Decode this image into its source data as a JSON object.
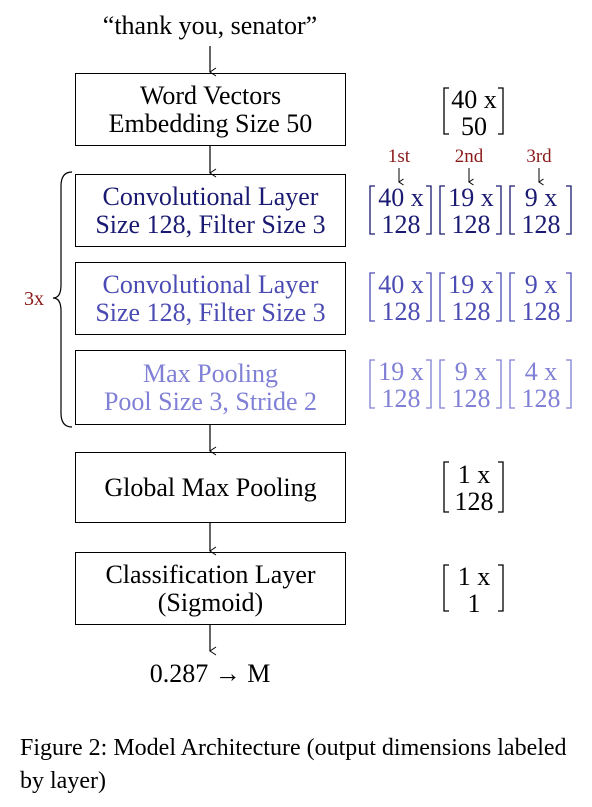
{
  "input_text": "“thank you, senator”",
  "layers": [
    {
      "line1": "Word Vectors",
      "line2": "Embedding Size 50"
    },
    {
      "line1": "Convolutional Layer",
      "line2": "Size 128, Filter Size 3"
    },
    {
      "line1": "Convolutional Layer",
      "line2": "Size 128, Filter Size 3"
    },
    {
      "line1": "Max Pooling",
      "line2": "Pool Size 3, Stride 2"
    },
    {
      "line1": "Global Max Pooling",
      "line2": ""
    },
    {
      "line1": "Classification Layer",
      "line2": "(Sigmoid)"
    }
  ],
  "output_text": "0.287 → M",
  "repeat_label": "3x",
  "ordinals": [
    "1st",
    "2nd",
    "3rd"
  ],
  "dims": {
    "word_vectors": {
      "top": "40 x",
      "bottom": "50"
    },
    "conv1": [
      {
        "top": "40 x",
        "bottom": "128"
      },
      {
        "top": "19 x",
        "bottom": "128"
      },
      {
        "top": "9 x",
        "bottom": "128"
      }
    ],
    "conv2": [
      {
        "top": "40 x",
        "bottom": "128"
      },
      {
        "top": "19 x",
        "bottom": "128"
      },
      {
        "top": "9 x",
        "bottom": "128"
      }
    ],
    "maxpool": [
      {
        "top": "19 x",
        "bottom": "128"
      },
      {
        "top": "9 x",
        "bottom": "128"
      },
      {
        "top": "4 x",
        "bottom": "128"
      }
    ],
    "global_max": {
      "top": "1 x",
      "bottom": "128"
    },
    "classification": {
      "top": "1 x",
      "bottom": "1"
    }
  },
  "caption": "Figure 2: Model Architecture (output dimensions labeled by layer)",
  "colors": {
    "conv1": "#1a1a72",
    "conv2": "#4b4bb4",
    "maxpool": "#8080d6",
    "ordinal": "#8b1a1a",
    "repeat_label": "#8b1a1a"
  }
}
